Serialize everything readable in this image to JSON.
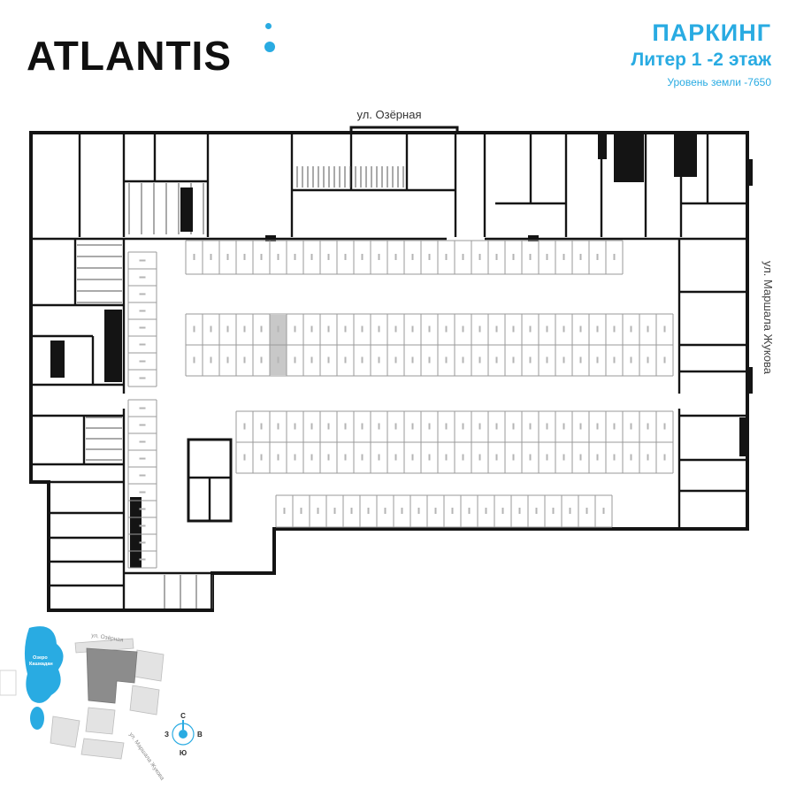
{
  "brand": {
    "logo": "ATLANTIS"
  },
  "header": {
    "title": "ПАРКИНГ",
    "subtitle": "Литер 1  -2 этаж",
    "level_note": "Уровень земли -7650"
  },
  "streets": {
    "top": "ул. Озёрная",
    "right": "ул. Маршала Жукова"
  },
  "minimap": {
    "lake_line1": "Озеро",
    "lake_line2": "Кашкадан",
    "street_top": "ул. Озёрная",
    "street_bottom": "ул. Маршала Жукова"
  },
  "compass": {
    "n": "С",
    "e": "В",
    "s": "Ю",
    "w": "З"
  },
  "colors": {
    "accent": "#29abe2",
    "wall": "#141414",
    "stall_line": "#9a9a9a",
    "highlight": "#c8c8c8"
  }
}
